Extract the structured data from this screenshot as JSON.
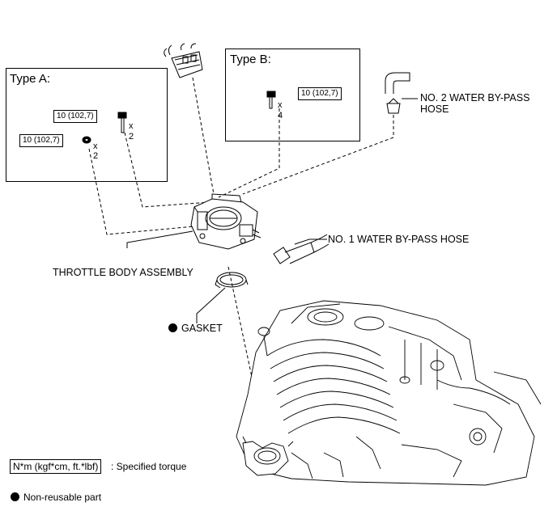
{
  "type_a": {
    "title": "Type A:",
    "bolt_torque": "10 (102,7)",
    "bolt_qty_x": "x",
    "bolt_qty_n": "2",
    "nut_torque": "10 (102,7)",
    "nut_qty_x": "x",
    "nut_qty_n": "2"
  },
  "type_b": {
    "title": "Type B:",
    "bolt_torque": "10 (102,7)",
    "bolt_qty_x": "x",
    "bolt_qty_n": "4"
  },
  "labels": {
    "no2_hose_line1": "NO. 2 WATER BY-PASS",
    "no2_hose_line2": "HOSE",
    "no1_hose": "NO. 1 WATER BY-PASS HOSE",
    "throttle_body": "THROTTLE BODY ASSEMBLY",
    "gasket": "GASKET"
  },
  "legend": {
    "torque_unit": "N*m (kgf*cm, ft.*lbf)",
    "torque_desc": ": Specified torque",
    "non_reusable": "Non-reusable part"
  },
  "icons": {
    "bullet": "filled-circle-icon"
  }
}
